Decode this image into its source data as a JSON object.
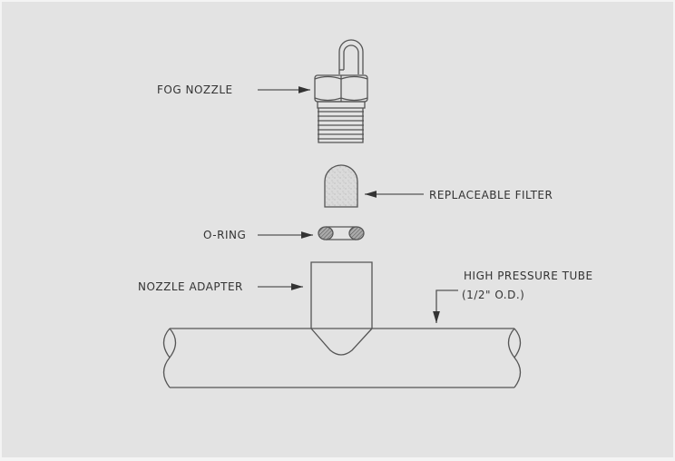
{
  "labels": {
    "fog_nozzle": "FOG NOZZLE",
    "replaceable_filter": "REPLACEABLE FILTER",
    "o_ring": "O-RING",
    "nozzle_adapter": "NOZZLE ADAPTER",
    "high_pressure_tube": "HIGH PRESSURE TUBE",
    "tube_size": "(1/2\" O.D.)"
  },
  "colors": {
    "background": "#e3e3e3",
    "line": "#555555",
    "filter_fill": "#d6d6d6"
  }
}
